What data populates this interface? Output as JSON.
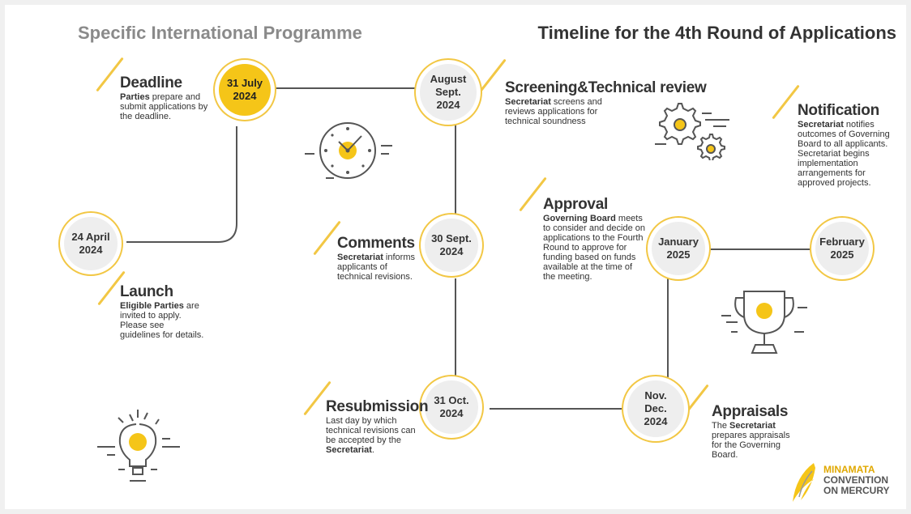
{
  "header": {
    "left_title": "Specific International Programme",
    "right_title": "Timeline for the 4th Round of Applications"
  },
  "nodes": {
    "jul": "31 July\n2024",
    "aug": "August\nSept.\n2024",
    "apr": "24 April\n2024",
    "sep30": "30 Sept.\n2024",
    "oct31": "31 Oct.\n2024",
    "novdec": "Nov.\nDec.\n2024",
    "jan": "January\n2025",
    "feb": "February\n2025"
  },
  "steps": {
    "deadline": {
      "title": "Deadline",
      "bold": "Parties",
      "text": " prepare and submit applications by the deadline."
    },
    "screening": {
      "title": "Screening&Technical review",
      "bold": "Secretariat",
      "text": " screens and reviews applications for technical soundness"
    },
    "notification": {
      "title": "Notification",
      "bold": "Secretariat",
      "text": " notifies outcomes of Governing Board to all applicants. Secretariat begins implementation arrangements for approved projects."
    },
    "approval": {
      "title": "Approval",
      "bold": "Governing Board",
      "text": " meets to consider and decide on applications to the Fourth Round to approve for funding based on funds available at the time of the meeting."
    },
    "comments": {
      "title": "Comments",
      "bold": "Secretariat",
      "text": " informs applicants of technical revisions."
    },
    "launch": {
      "title": "Launch",
      "bold": "Eligible Parties",
      "text": " are invited to apply. Please see guidelines for details."
    },
    "resubmission": {
      "title": "Resubmission",
      "text": "Last day by which technical revisions can be accepted by the ",
      "bold": "Secretariat",
      "tail": "."
    },
    "appraisals": {
      "title": "Appraisals",
      "pre": "The ",
      "bold": "Secretariat",
      "text": " prepares appraisals for the Governing Board."
    }
  },
  "logo": {
    "line1": "MINAMATA",
    "line2": "CONVENTION",
    "line3": "ON MERCURY"
  },
  "icons": [
    "clock-icon",
    "gears-icon",
    "trophy-icon",
    "lightbulb-icon",
    "minamata-logo-icon"
  ],
  "colors": {
    "accent": "#f5c518",
    "line": "#555555",
    "node_bg": "#eeeeee"
  }
}
